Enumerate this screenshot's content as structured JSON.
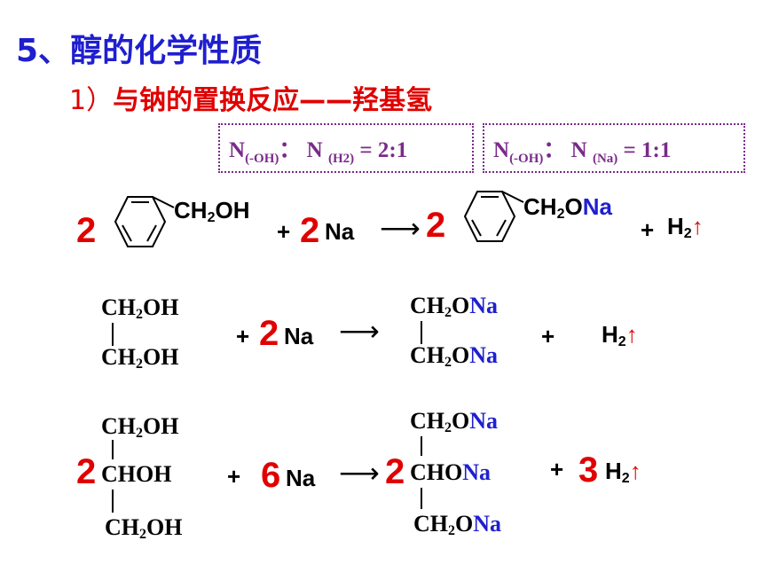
{
  "heading": {
    "number": "5、",
    "title": "醇的化学性质"
  },
  "subheading": {
    "number": "1）",
    "text": "与钠的置换反应——羟基氢"
  },
  "ratios": [
    {
      "n1": "N",
      "s1": "(-OH)",
      "colon": "：",
      "n2": "N",
      "s2": "(H2)",
      "value": "= 2:1"
    },
    {
      "n1": "N",
      "s1": "(-OH)",
      "colon": "：",
      "n2": "N",
      "s2": "(Na)",
      "value": "= 1:1"
    }
  ],
  "reaction1": {
    "coef_left": "2",
    "substituent_left": "CH",
    "sub2": "2",
    "oh": "OH",
    "plus1": "+",
    "coef_na": "2",
    "na": "Na",
    "arrow": "⟶",
    "coef_right": "2",
    "substituent_right": "CH",
    "o": "O",
    "na_blue": "Na",
    "plus2": "+",
    "h2": "H",
    "h2_sub": "2",
    "up": "↑"
  },
  "reaction2": {
    "top_left": "CH",
    "sub2": "2",
    "oh": "OH",
    "plus1": "+",
    "coef_na": "2",
    "na": "Na",
    "arrow": "⟶",
    "o": "O",
    "na_blue": "Na",
    "plus2": "+",
    "h2": "H",
    "h2_sub": "2",
    "up": "↑"
  },
  "reaction3": {
    "coef_left": "2",
    "ch2": "CH",
    "sub2": "2",
    "oh": "OH",
    "choh": "CHOH",
    "plus1": "+",
    "coef_na": "6",
    "na": "Na",
    "arrow": "⟶",
    "coef_right": "2",
    "cho": "CHO",
    "o": "O",
    "na_blue": "Na",
    "plus2": "+",
    "coef_h2": "3",
    "h2": "H",
    "h2_sub": "2",
    "up": "↑"
  }
}
